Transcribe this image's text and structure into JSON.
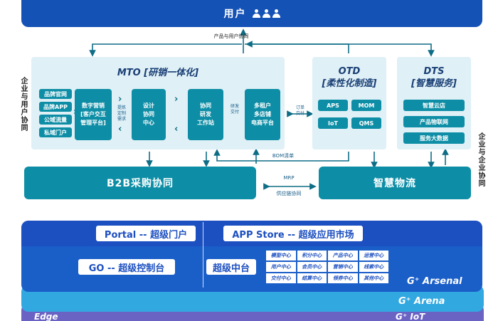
{
  "user_bar": {
    "label": "用户"
  },
  "top_flow_label": "产品与用户协同",
  "left_side_label": "企业与用户协同",
  "right_side_label": "企业与企业协同",
  "mto": {
    "title": "MTO [研销一体化]",
    "channels": [
      "品牌官网",
      "品牌APP",
      "公域流量",
      "私域门户"
    ],
    "digital_marketing": "数字营销\n[客户交互\n管理平台]",
    "demand_note": "提炼\n定制\n需求",
    "design_center": "设计\n协同\n中心",
    "rd_station": "协同\n研发\n工作站",
    "rd_delivery": "研发\n交付",
    "ecommerce": "多租户\n多店铺\n电商平台"
  },
  "order_delivery": "订单\n交付",
  "otd": {
    "title": "OTD\n[柔性化制造]",
    "items": [
      "APS",
      "MOM",
      "IoT",
      "QMS"
    ]
  },
  "dts": {
    "title": "DTS\n[智慧服务]",
    "items": [
      "智慧云店",
      "产品物联网",
      "服务大数据"
    ]
  },
  "bom_label": "BOM清单",
  "b2b": "B2B采购协同",
  "logistics": "智慧物流",
  "mrp_label": "MRP",
  "supply_label": "供应链协同",
  "platform": {
    "portal": "Portal -- 超级门户",
    "appstore": "APP Store -- 超级应用市场",
    "go": "GO -- 超级控制台",
    "middle": "超级中台",
    "centers": [
      [
        "模型中心",
        "积分中心",
        "产品中心",
        "运营中心"
      ],
      [
        "用户中心",
        "会员中心",
        "营销中心",
        "线索中心"
      ],
      [
        "交付中心",
        "结算中心",
        "领券中心",
        "其他中心"
      ]
    ],
    "arsenal": "G⁺ Arsenal",
    "arena": "G⁺ Arena",
    "edge": "Edge",
    "iot": "G⁺ IoT"
  }
}
